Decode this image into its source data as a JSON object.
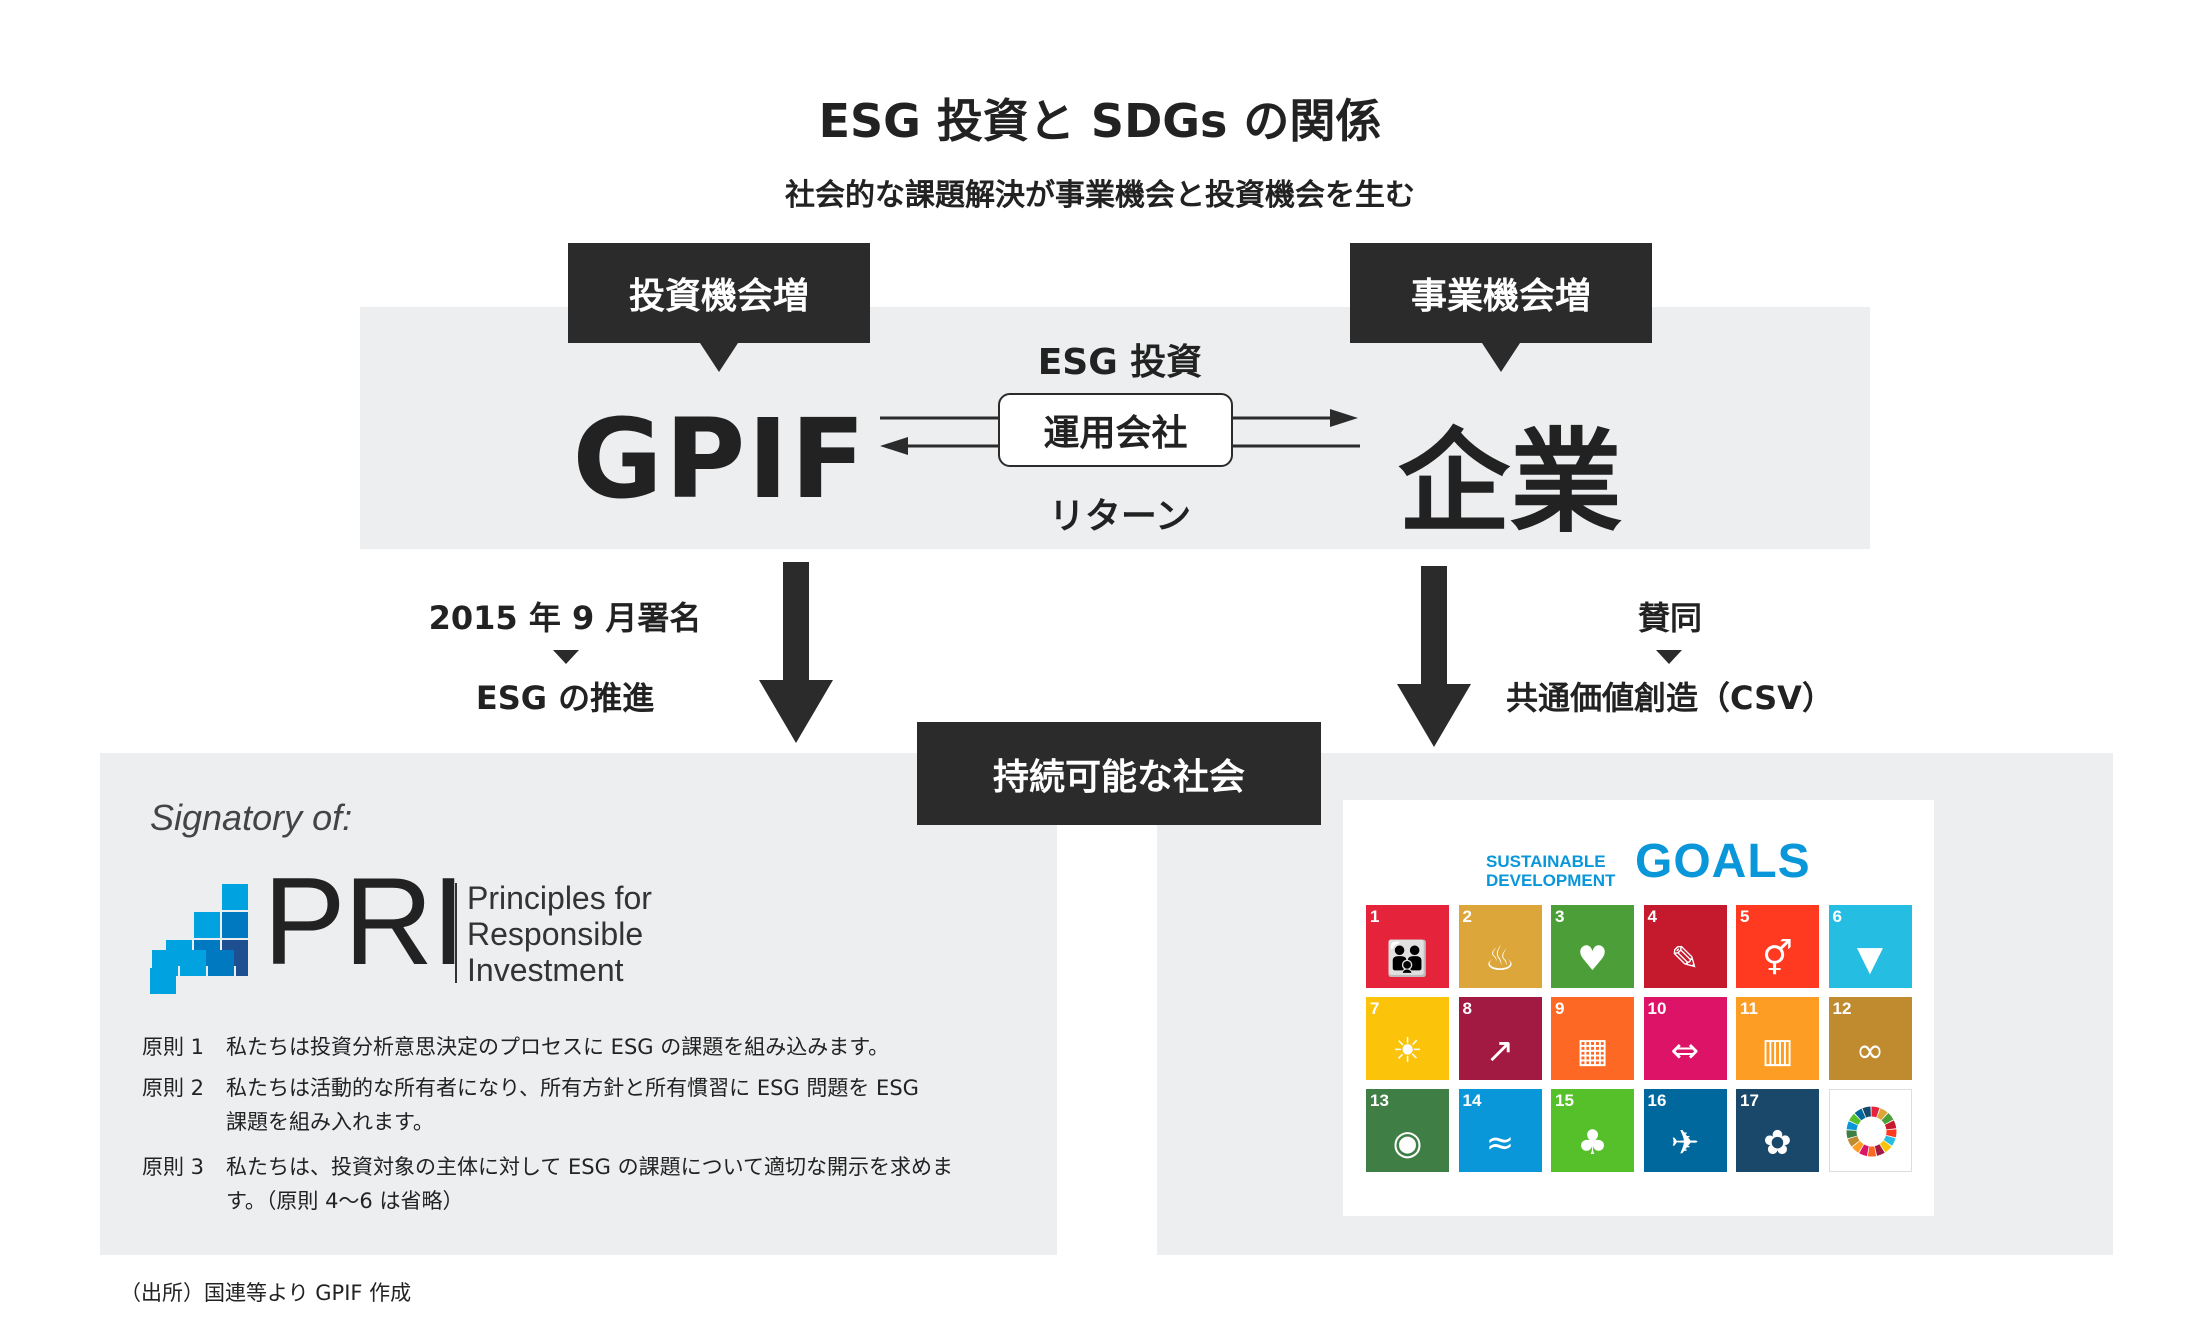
{
  "title": "ESG 投資と SDGs の関係",
  "subtitle": "社会的な課題解決が事業機会と投資機会を生む",
  "invest_box": "投資機会増",
  "business_box": "事業機会増",
  "gpif": "GPIF",
  "company": "企業",
  "esg_investment_label": "ESG 投資",
  "operator_label": "運用会社",
  "return_label": "リターン",
  "left_caption": {
    "line1": "2015 年 9 月署名",
    "line2": "ESG の推進"
  },
  "right_caption": {
    "line1": "賛同",
    "line2": "共通価値創造（CSV）"
  },
  "sustainable_society": "持続可能な社会",
  "pri": {
    "signatory": "Signatory of:",
    "acronym": "PRI",
    "tagline": [
      "Principles for",
      "Responsible",
      "Investment"
    ],
    "block_colors": [
      "#00a3e0",
      "#0079c1",
      "#1d4f91"
    ]
  },
  "principles": [
    {
      "label": "原則 1",
      "text": "私たちは投資分析意思決定のプロセスに ESG の課題を組み込みます。"
    },
    {
      "label": "原則 2",
      "text": "私たちは活動的な所有者になり、所有方針と所有慣習に ESG 問題を ESG 課題を組み入れます。"
    },
    {
      "label": "原則 3",
      "text": "私たちは、投資対象の主体に対して ESG の課題について適切な開示を求めます。（原則 4〜6 は省略）"
    }
  ],
  "source": "（出所）国連等より GPIF 作成",
  "sdg": {
    "logo_line1": "SUSTAINABLE",
    "logo_line2": "DEVELOPMENT",
    "logo_goals": "GOALS",
    "tiles": [
      {
        "num": "1",
        "color": "#e5243b",
        "icon": "people-icon",
        "glyph": "👪"
      },
      {
        "num": "2",
        "color": "#dda63a",
        "icon": "bowl-icon",
        "glyph": "♨"
      },
      {
        "num": "3",
        "color": "#4c9f38",
        "icon": "heartbeat-icon",
        "glyph": "♥"
      },
      {
        "num": "4",
        "color": "#c5192d",
        "icon": "book-icon",
        "glyph": "✎"
      },
      {
        "num": "5",
        "color": "#ff3a21",
        "icon": "gender-icon",
        "glyph": "⚥"
      },
      {
        "num": "6",
        "color": "#26bde2",
        "icon": "water-drop-icon",
        "glyph": "▼"
      },
      {
        "num": "7",
        "color": "#fcc30b",
        "icon": "sun-icon",
        "glyph": "☀"
      },
      {
        "num": "8",
        "color": "#a21942",
        "icon": "growth-chart-icon",
        "glyph": "↗"
      },
      {
        "num": "9",
        "color": "#fd6925",
        "icon": "cubes-icon",
        "glyph": "▦"
      },
      {
        "num": "10",
        "color": "#dd1367",
        "icon": "equality-icon",
        "glyph": "⇔"
      },
      {
        "num": "11",
        "color": "#fd9d24",
        "icon": "city-icon",
        "glyph": "▥"
      },
      {
        "num": "12",
        "color": "#bf8b2e",
        "icon": "infinity-icon",
        "glyph": "∞"
      },
      {
        "num": "13",
        "color": "#3f7e44",
        "icon": "eye-icon",
        "glyph": "◉"
      },
      {
        "num": "14",
        "color": "#0a97d9",
        "icon": "fish-icon",
        "glyph": "≈"
      },
      {
        "num": "15",
        "color": "#56c02b",
        "icon": "tree-icon",
        "glyph": "♣"
      },
      {
        "num": "16",
        "color": "#00689d",
        "icon": "dove-icon",
        "glyph": "✈"
      },
      {
        "num": "17",
        "color": "#19486a",
        "icon": "flower-icon",
        "glyph": "✿"
      },
      {
        "num": "",
        "color": "#ffffff",
        "icon": "sdg-wheel-icon",
        "glyph": ""
      }
    ]
  }
}
